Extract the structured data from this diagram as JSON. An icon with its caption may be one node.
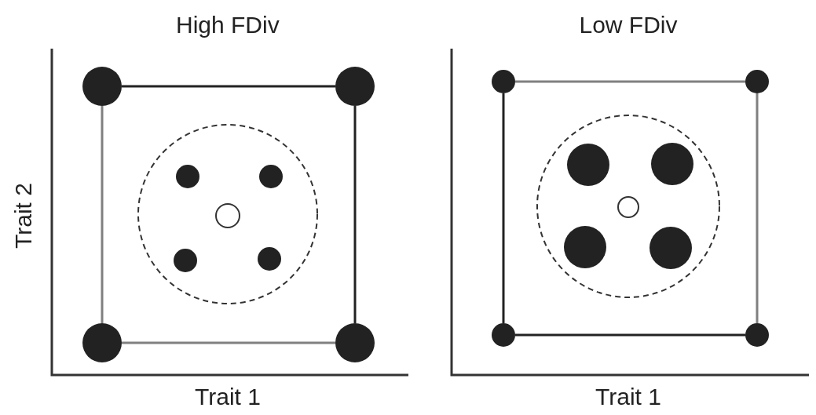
{
  "diagram": {
    "nodes": [
      {
        "text": [],
        "shape": "circle"
      },
      {
        "text": [],
        "shape": "circle"
      },
      {
        "text": [],
        "shape": "circle"
      },
      {
        "text": [],
        "shape": "circle"
      },
      {
        "text": [],
        "shape": "circle"
      },
      {
        "text": [],
        "shape": "circle"
      },
      {
        "text": [],
        "shape": "circle"
      },
      {
        "text": [],
        "shape": "circle"
      }
    ],
    "edges": [
      {
        "from": 0,
        "to": 1,
        "arrow": "none"
      },
      {
        "from": 0,
        "to": 2,
        "arrow": "none",
        "color": "#808080"
      },
      {
        "from": 1,
        "to": 3,
        "arrow": "none"
      },
      {
        "from": 2,
        "to": 3,
        "arrow": "none",
        "color": "#808080"
      },
      {
        "from": 4,
        "to": 5,
        "arrow": "none",
        "color": "#808080"
      },
      {
        "from": 4,
        "to": 6,
        "arrow": "none"
      },
      {
        "from": 5,
        "to": 7,
        "arrow": "none",
        "color": "#808080"
      },
      {
        "from": 6,
        "to": 7,
        "arrow": "none"
      }
    ],
    "labels": [
      "High FDiv",
      "Low FDiv",
      "Trait 2",
      "Trait 1",
      "Trait 1"
    ]
  }
}
